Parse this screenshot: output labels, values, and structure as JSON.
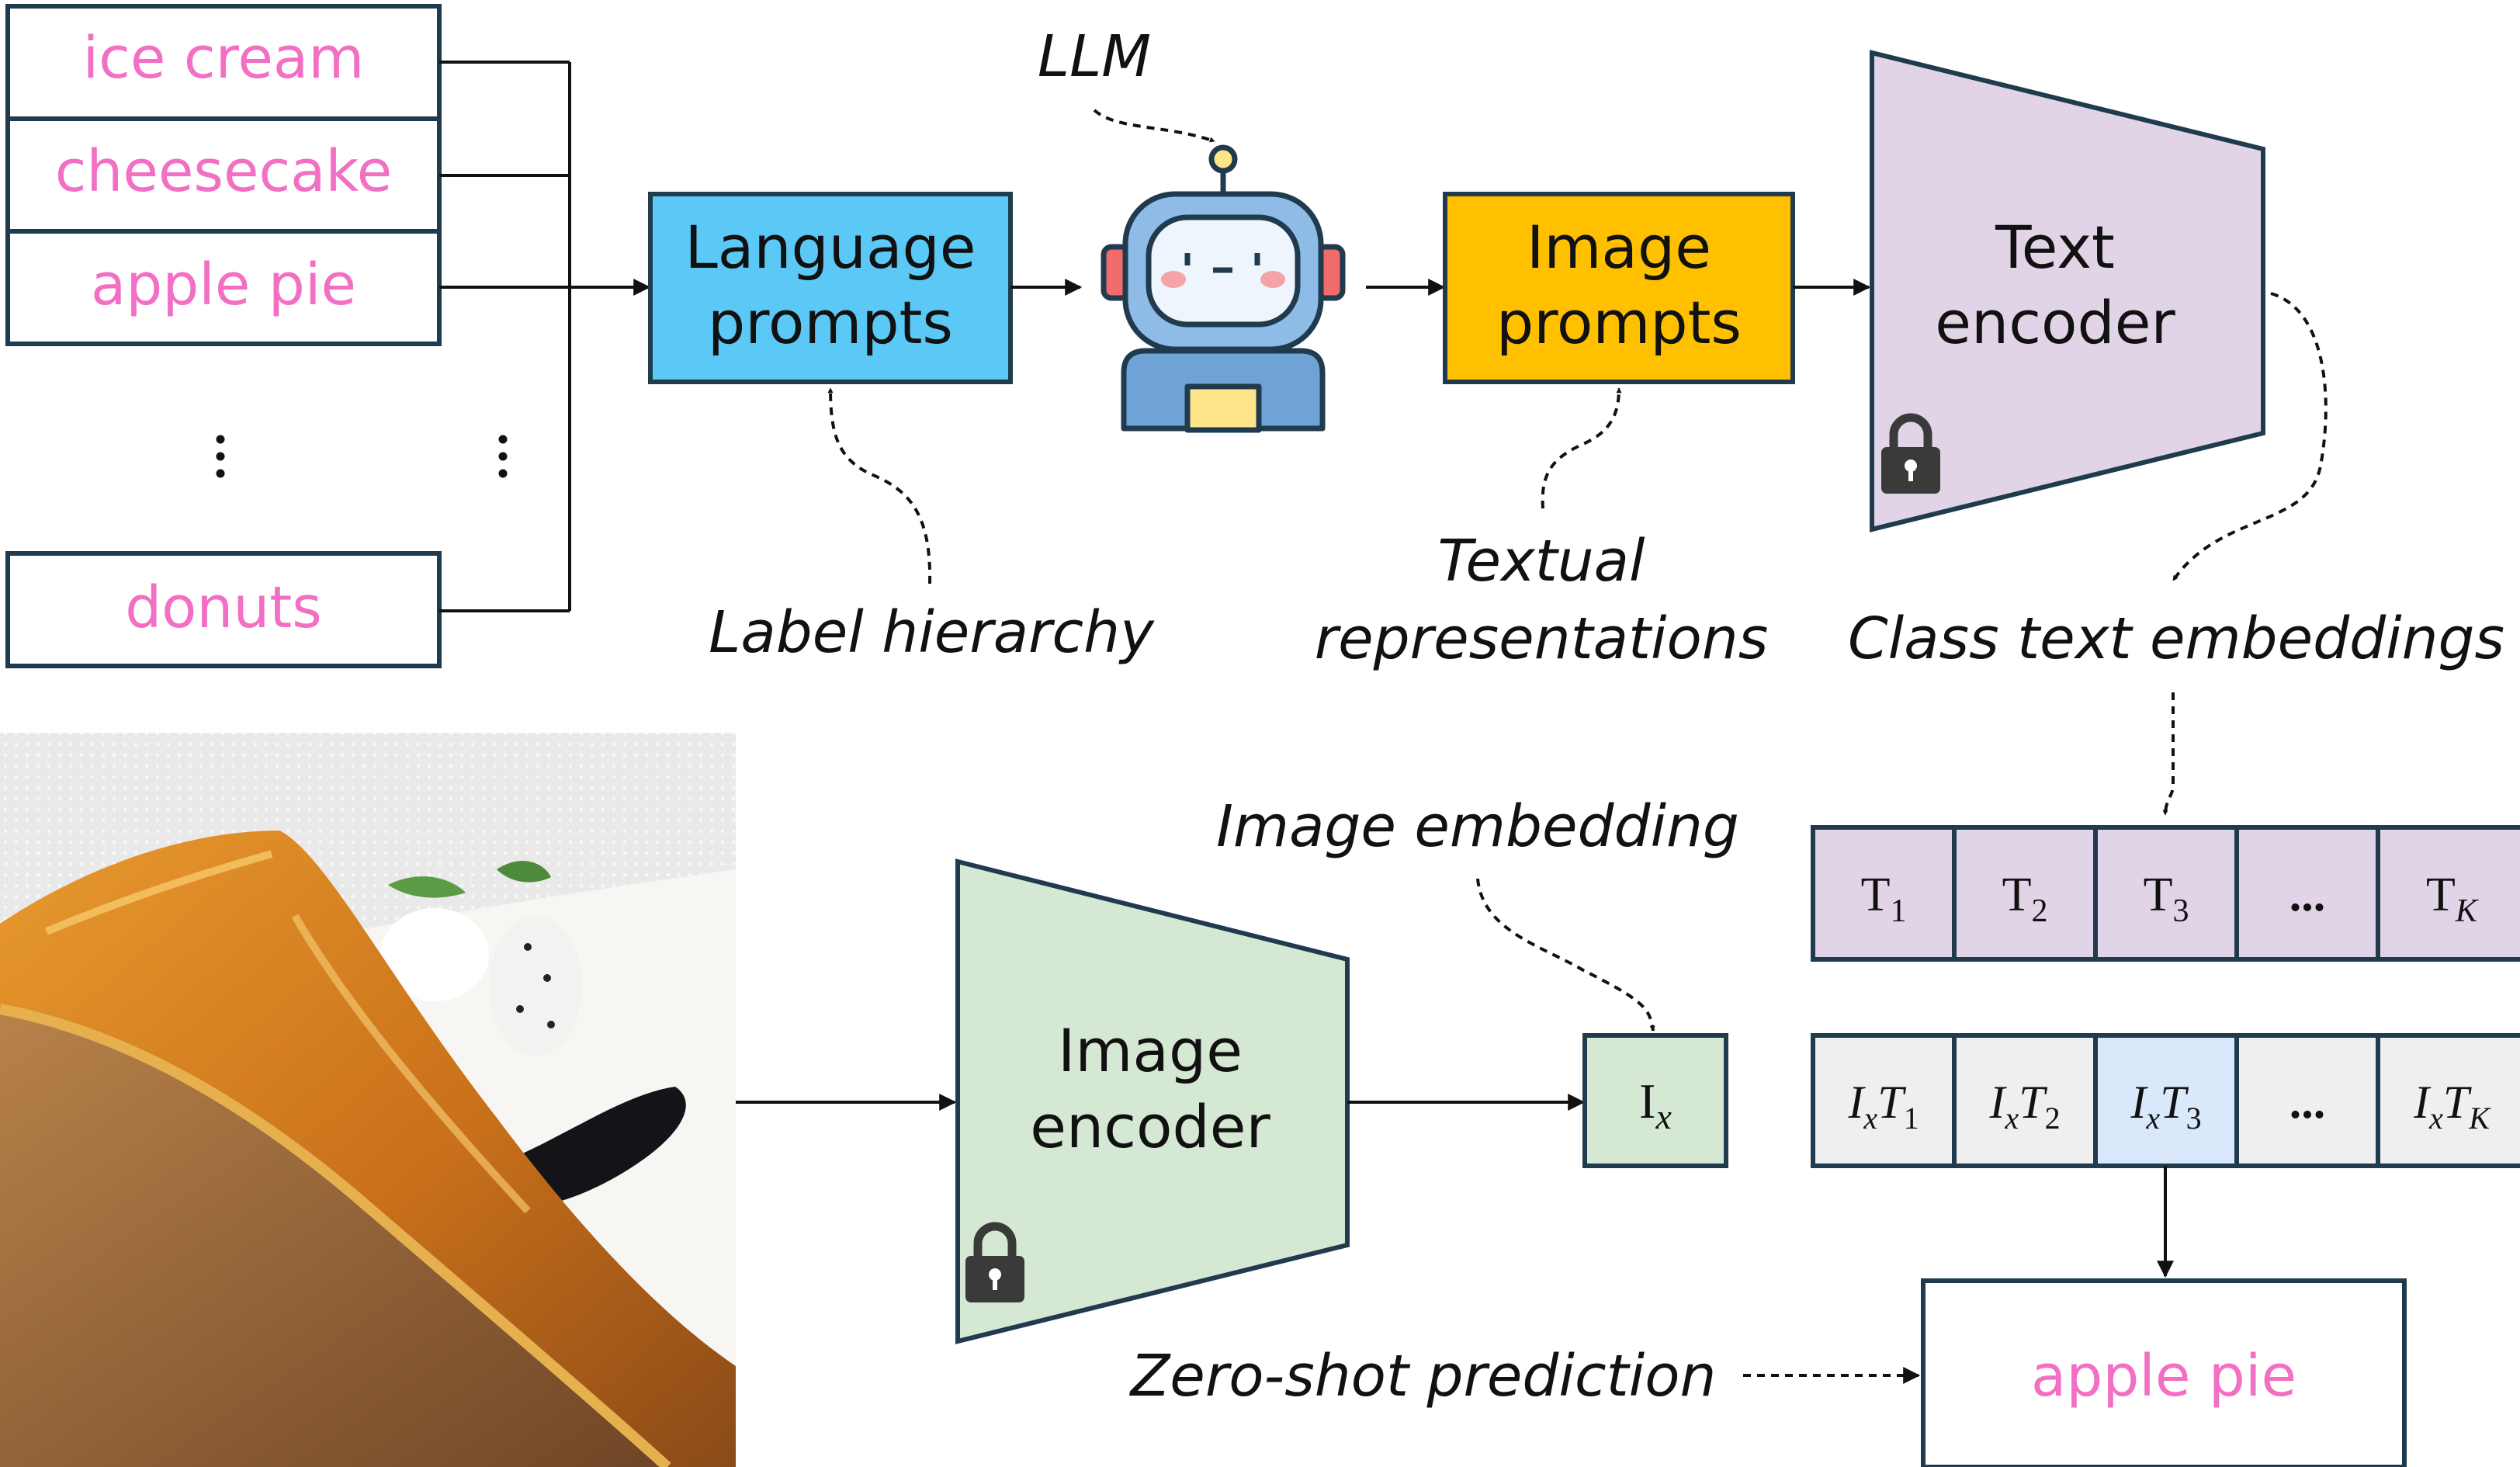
{
  "colors": {
    "pink_text": "#F26FC4",
    "language_box": "#5BC8F5",
    "image_prompt_box": "#FFC000",
    "text_encoder": "#E1D4E7",
    "image_encoder": "#D5E8D4",
    "stroke": "#1F3B4D",
    "cell_gray": "#EFEFEF",
    "cell_highlight": "#DAE8FC",
    "lock": "#3A3A3A"
  },
  "labels": [
    "ice cream",
    "cheesecake",
    "apple pie",
    "donuts"
  ],
  "language_prompts": [
    "Language",
    "prompts"
  ],
  "llm": "LLM",
  "image_prompts": [
    "Image",
    "prompts"
  ],
  "text_encoder": [
    "Text",
    "encoder"
  ],
  "label_hierarchy": "Label hierarchy",
  "textual_representations": [
    "Textual",
    "representations"
  ],
  "class_text_embeddings": "Class text embeddings",
  "image_embedding_caption": "Image embedding",
  "image_encoder": [
    "Image",
    "encoder"
  ],
  "image_embedding_symbol": {
    "base": "I",
    "sub": "x"
  },
  "text_embeddings": [
    {
      "base": "T",
      "sub": "1"
    },
    {
      "base": "T",
      "sub": "2"
    },
    {
      "base": "T",
      "sub": "3"
    },
    {
      "ellipsis": "..."
    },
    {
      "base": "T",
      "sub": "K"
    }
  ],
  "similarities": [
    {
      "a": "I",
      "as": "x",
      "b": "T",
      "bs": "1"
    },
    {
      "a": "I",
      "as": "x",
      "b": "T",
      "bs": "2"
    },
    {
      "a": "I",
      "as": "x",
      "b": "T",
      "bs": "3",
      "highlight": true
    },
    {
      "ellipsis": "..."
    },
    {
      "a": "I",
      "as": "x",
      "b": "T",
      "bs": "K"
    }
  ],
  "zero_shot_caption": "Zero-shot prediction",
  "prediction": "apple pie"
}
